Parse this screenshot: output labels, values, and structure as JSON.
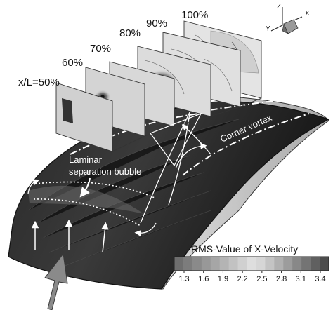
{
  "section_labels": [
    "x/L=50%",
    "60%",
    "70%",
    "80%",
    "90%",
    "100%"
  ],
  "annotations": {
    "bubble_line1": "Laminar",
    "bubble_line2": "separation bubble",
    "corner_vortex": "Corner vortex"
  },
  "axes": {
    "z": "Z",
    "x": "X",
    "y": "Y"
  },
  "colorbar": {
    "title": "RMS-Value of X-Velocity",
    "ticks": [
      "1.3",
      "1.6",
      "1.9",
      "2.2",
      "2.5",
      "2.8",
      "3.1",
      "3.4"
    ],
    "gray_levels": [
      "#6e6e6e",
      "#7c7c7c",
      "#8a8a8a",
      "#989898",
      "#a6a6a6",
      "#b4b4b4",
      "#c2c2c2",
      "#d0d0d0",
      "#dedede",
      "#d6d6d6",
      "#c4c4c4",
      "#b0b0b0",
      "#9c9c9c",
      "#888888",
      "#747474",
      "#606060",
      "#4c4c4c"
    ]
  }
}
